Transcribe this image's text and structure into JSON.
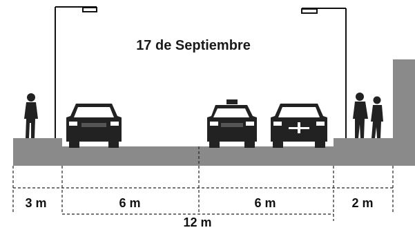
{
  "title": "17 de Septiembre",
  "dimensions": {
    "sidewalk_left": "3 m",
    "lane_left": "6 m",
    "lane_right": "6 m",
    "sidewalk_right": "2 m",
    "roadway_total": "12 m"
  },
  "colors": {
    "ground": "#8a8a8a",
    "building": "#8a8a8a",
    "silhouette": "#222222",
    "line": "#111111"
  },
  "icons": [
    "street-lamp-icon",
    "pedestrian-icon",
    "car-icon",
    "taxi-icon",
    "ambulance-icon"
  ]
}
